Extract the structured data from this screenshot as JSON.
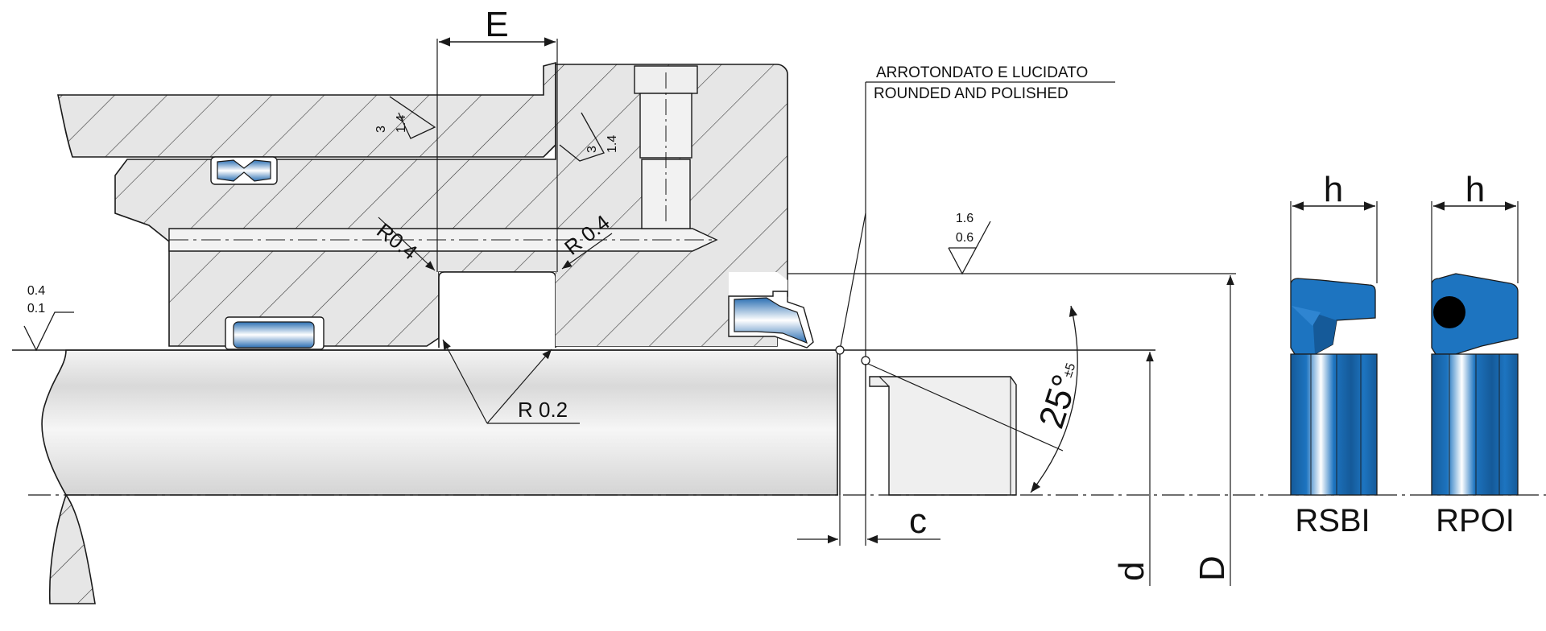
{
  "dimensions": {
    "E": "E",
    "c": "c",
    "d": "d",
    "D": "D",
    "h_rsbi": "h",
    "h_rpoi": "h"
  },
  "radii": {
    "r_left": "R0.4",
    "r_right": "R 0.4",
    "r_bottom": "R 0.2"
  },
  "angle": {
    "value": "25°",
    "tolerance": "±5"
  },
  "notes": {
    "line_it": "ARROTONDATO E LUCIDATO",
    "line_en": "ROUNDED AND POLISHED"
  },
  "roughness": {
    "left": {
      "top": "0.4",
      "bottom": "0.1"
    },
    "bore": {
      "top": "1.6",
      "bottom": "0.6"
    },
    "housing_1": {
      "a": "3",
      "b": "1.4"
    },
    "housing_2": {
      "a": "3",
      "b": "1.4"
    }
  },
  "profiles": {
    "rsbi": "RSBI",
    "rpoi": "RPOI"
  },
  "colors": {
    "seal_blue": "#1d74c0",
    "seal_dark": "#155a99",
    "body_gray": "#e4e4e4",
    "line": "#1a1a1a",
    "oring": "#000000"
  }
}
